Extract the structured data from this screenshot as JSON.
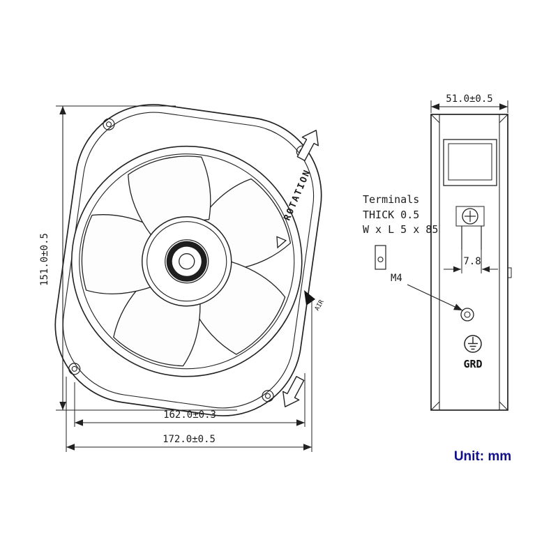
{
  "front_view": {
    "rotation_label": "ROTATION",
    "air_label": "AIR",
    "dim_height": "151.0±0.5",
    "dim_bolt_spacing": "162.0±0.3",
    "dim_width": "172.0±0.5"
  },
  "side_view": {
    "dim_depth": "51.0±0.5",
    "dim_terminal_pitch": "7.8",
    "terminals_title": "Terminals",
    "terminals_thickness": "THICK 0.5",
    "terminals_size": "W x L 5 x 85",
    "screw_label": "M4",
    "ground_label": "GRD"
  },
  "footer": {
    "unit_label": "Unit: mm"
  },
  "colors": {
    "line": "#222222",
    "unit_text": "#10108a"
  }
}
